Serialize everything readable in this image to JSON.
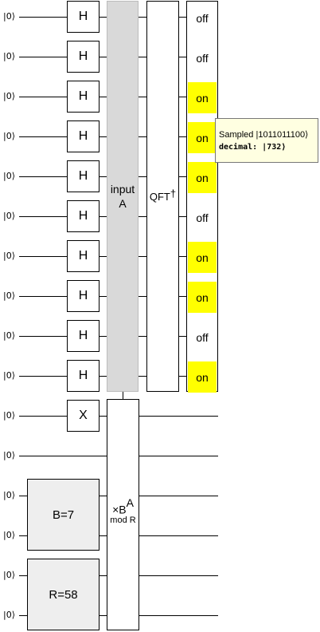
{
  "qubits": [
    {
      "ket": "|0⟩"
    },
    {
      "ket": "|0⟩"
    },
    {
      "ket": "|0⟩"
    },
    {
      "ket": "|0⟩"
    },
    {
      "ket": "|0⟩"
    },
    {
      "ket": "|0⟩"
    },
    {
      "ket": "|0⟩"
    },
    {
      "ket": "|0⟩"
    },
    {
      "ket": "|0⟩"
    },
    {
      "ket": "|0⟩"
    },
    {
      "ket": "|0⟩"
    },
    {
      "ket": "|0⟩"
    },
    {
      "ket": "|0⟩"
    },
    {
      "ket": "|0⟩"
    },
    {
      "ket": "|0⟩"
    },
    {
      "ket": "|0⟩"
    }
  ],
  "h_gate_label": "H",
  "x_gate_label": "X",
  "input_gate": {
    "line1": "input",
    "line2": "A"
  },
  "qft_gate": {
    "label": "QFT",
    "sup": "†"
  },
  "mult_gate": {
    "prefix": "×B",
    "sup": "A",
    "sub": "mod R"
  },
  "b_input": {
    "label": "B=7"
  },
  "r_input": {
    "label": "R=58"
  },
  "outputs": [
    "off",
    "off",
    "on",
    "on",
    "on",
    "off",
    "on",
    "on",
    "off",
    "on"
  ],
  "tooltip": {
    "line1": "Sampled |1011011100⟩",
    "line2": "decimal: |732⟩"
  },
  "colors": {
    "on": "#ffff00",
    "input_gate_bg": "#d9d9d9",
    "input_box_bg": "#eeeeee",
    "tooltip_bg": "#ffffe1"
  }
}
